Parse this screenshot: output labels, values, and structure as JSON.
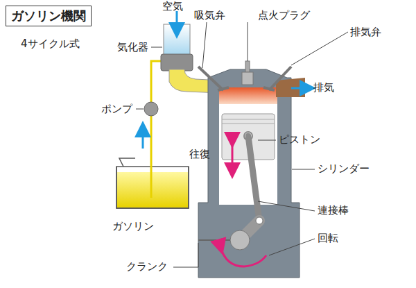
{
  "diagram": {
    "title": "ガソリン機関",
    "labels": [
      "4サイクル式",
      "空気",
      "気化器",
      "吸気弁",
      "点火プラグ",
      "排気弁",
      "排気",
      "ポンプ",
      "往復",
      "ピストン",
      "シリンダー",
      "連接棒",
      "ガソリン",
      "回転",
      "クランク"
    ]
  }
}
